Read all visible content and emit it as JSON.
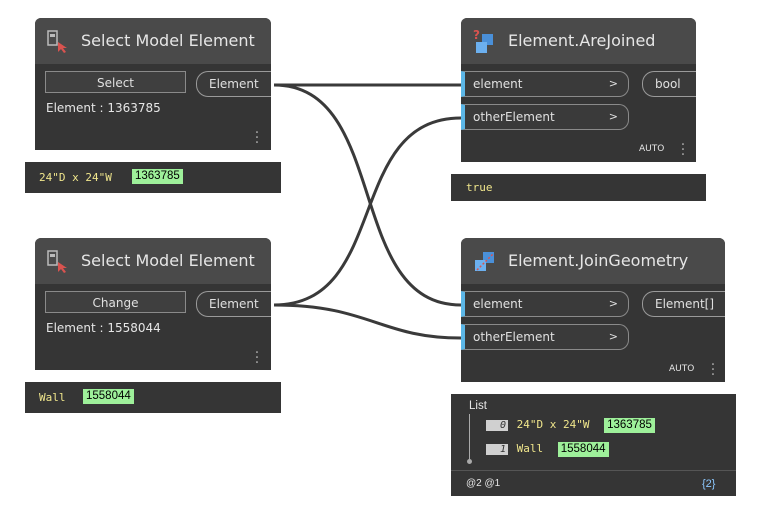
{
  "nodes": {
    "select1": {
      "title": "Select Model Element",
      "button_label": "Select",
      "output_label": "Element",
      "element_info": "Element : 1363785",
      "preview": {
        "text": "24\"D x 24\"W",
        "id": "1363785"
      }
    },
    "select2": {
      "title": "Select Model Element",
      "button_label": "Change",
      "output_label": "Element",
      "element_info": "Element : 1558044",
      "preview": {
        "text": "Wall",
        "id": "1558044"
      }
    },
    "are_joined": {
      "title": "Element.AreJoined",
      "inputs": [
        "element",
        "otherElement"
      ],
      "output_label": "bool",
      "lacing": "AUTO",
      "preview": "true"
    },
    "join_geometry": {
      "title": "Element.JoinGeometry",
      "inputs": [
        "element",
        "otherElement"
      ],
      "output_label": "Element[]",
      "lacing": "AUTO",
      "preview": {
        "header": "List",
        "items": [
          {
            "index": "0",
            "text": "24\"D x 24\"W",
            "id": "1363785"
          },
          {
            "index": "1",
            "text": "Wall",
            "id": "1558044"
          }
        ],
        "footer_levels": "@2 @1",
        "count": "{2}"
      }
    }
  },
  "input_arrow": ">",
  "colors": {
    "canvas": "#ffffff",
    "node_body": "#353535",
    "node_header": "#4a4a4a",
    "input_accent": "#5bb6e6",
    "badge": "#9ef09a",
    "wire": "#3a3a3a",
    "preview_text": "#f0e68c"
  }
}
